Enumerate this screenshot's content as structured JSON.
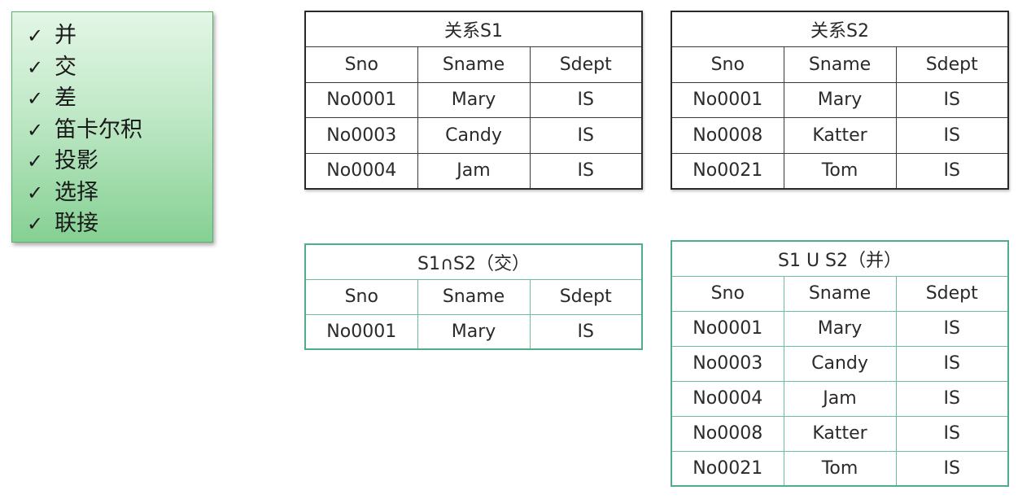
{
  "ops": {
    "check": "✓",
    "items": [
      "并",
      "交",
      "差",
      "笛卡尔积",
      "投影",
      "选择",
      "联接"
    ]
  },
  "columns": [
    "Sno",
    "Sname",
    "Sdept"
  ],
  "s1": {
    "title": "关系S1",
    "rows": [
      [
        "No0001",
        "Mary",
        "IS"
      ],
      [
        "No0003",
        "Candy",
        "IS"
      ],
      [
        "No0004",
        "Jam",
        "IS"
      ]
    ]
  },
  "s2": {
    "title": "关系S2",
    "rows": [
      [
        "No0001",
        "Mary",
        "IS"
      ],
      [
        "No0008",
        "Katter",
        "IS"
      ],
      [
        "No0021",
        "Tom",
        "IS"
      ]
    ]
  },
  "intersection": {
    "title": "S1∩S2（交）",
    "rows": [
      [
        "No0001",
        "Mary",
        "IS"
      ]
    ]
  },
  "union": {
    "title": "S1 U S2（并）",
    "rows": [
      [
        "No0001",
        "Mary",
        "IS"
      ],
      [
        "No0003",
        "Candy",
        "IS"
      ],
      [
        "No0004",
        "Jam",
        "IS"
      ],
      [
        "No0008",
        "Katter",
        "IS"
      ],
      [
        "No0021",
        "Tom",
        "IS"
      ]
    ]
  },
  "colors": {
    "ops_border": "#5fae70",
    "ops_gradient_top": "#e3f6e6",
    "ops_gradient_bottom": "#85d093",
    "table_dark_border": "#2a2a2a",
    "table_green_border": "#4fae88"
  }
}
